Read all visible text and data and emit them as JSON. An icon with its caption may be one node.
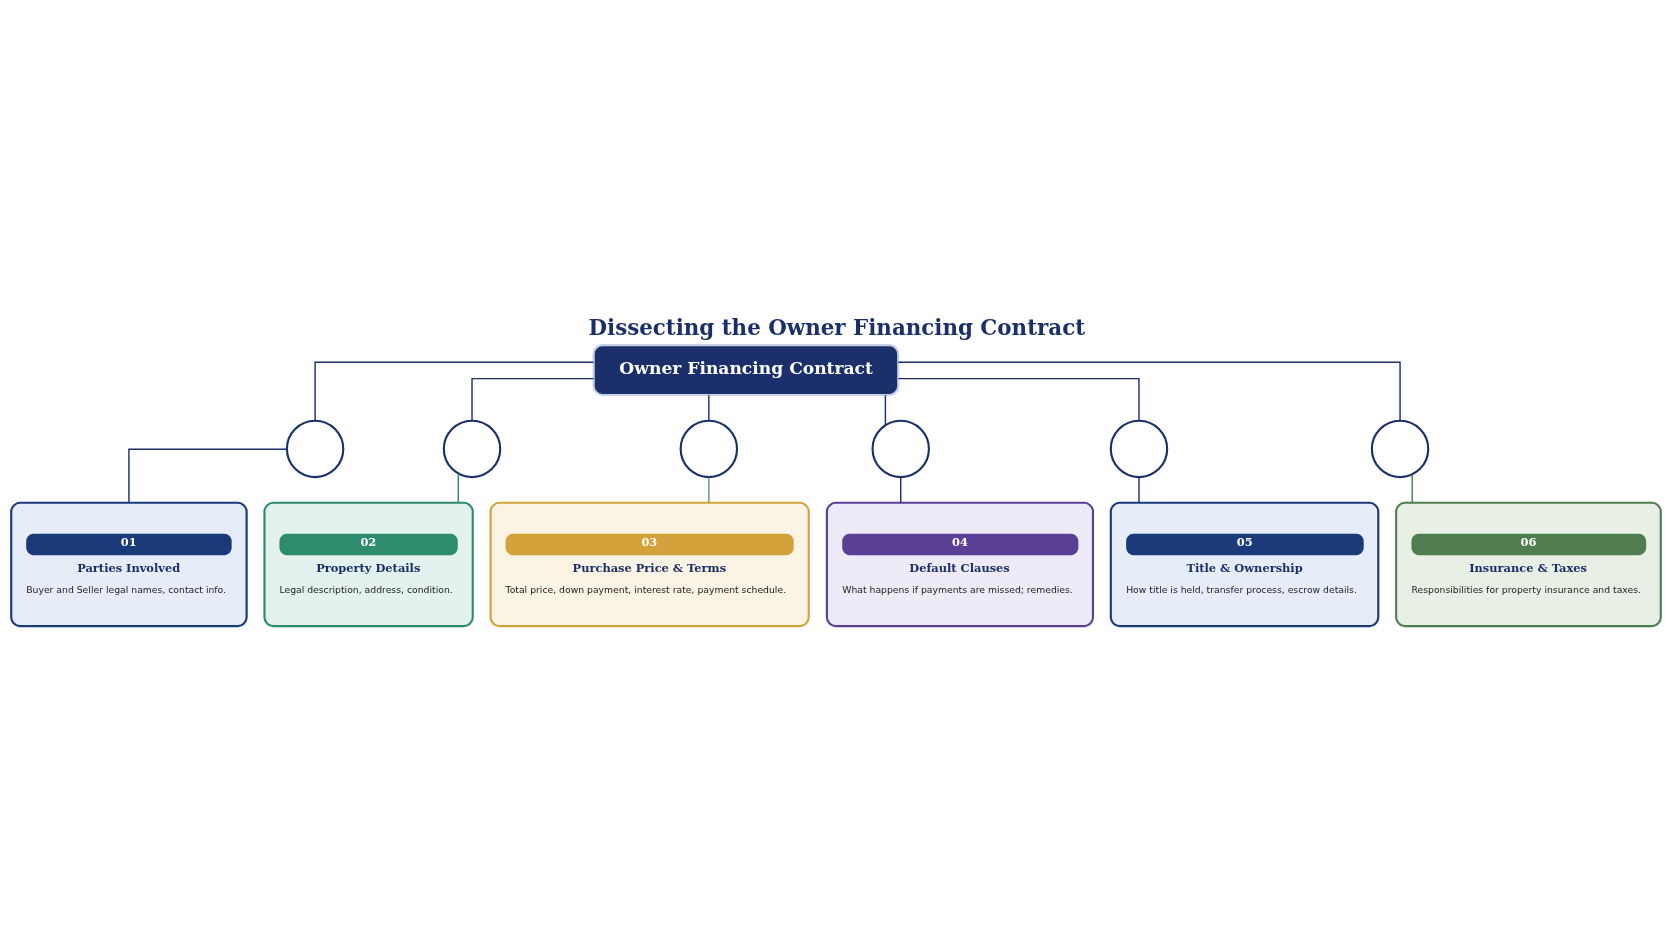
{
  "diagram": {
    "title": "Dissecting the Owner Financing Contract",
    "nodes": [
      {
        "text": [
          "Owner Financing Contract"
        ]
      },
      {
        "text": [],
        "shape": "circle"
      },
      {
        "text": [],
        "shape": "circle"
      },
      {
        "text": [],
        "shape": "circle"
      },
      {
        "text": [],
        "shape": "circle"
      },
      {
        "text": [],
        "shape": "circle"
      },
      {
        "text": [],
        "shape": "circle"
      },
      {
        "text": [
          "01",
          "Parties Involved",
          "Buyer and Seller legal names, contact info."
        ]
      },
      {
        "text": [
          "02",
          "Property Details",
          "Legal description, address, condition."
        ]
      },
      {
        "text": [
          "03",
          "Purchase Price & Terms",
          "Total price, down payment, interest rate, payment schedule."
        ]
      },
      {
        "text": [
          "04",
          "Default Clauses",
          "What happens if payments are missed; remedies."
        ]
      },
      {
        "text": [
          "05",
          "Title & Ownership",
          "How title is held, transfer process, escrow details."
        ]
      },
      {
        "text": [
          "06",
          "Insurance & Taxes",
          "Responsibilities for property insurance and taxes."
        ]
      }
    ],
    "edges": [
      {
        "from": 0,
        "to": 1,
        "arrow": "none"
      },
      {
        "from": 0,
        "to": 2,
        "arrow": "none"
      },
      {
        "from": 0,
        "to": 3,
        "arrow": "none"
      },
      {
        "from": 0,
        "to": 4,
        "arrow": "none"
      },
      {
        "from": 0,
        "to": 5,
        "arrow": "none"
      },
      {
        "from": 0,
        "to": 6,
        "arrow": "none"
      },
      {
        "from": 1,
        "to": 7,
        "arrow": "none"
      },
      {
        "from": 2,
        "to": 8,
        "arrow": "none",
        "color": "#2e8b6e"
      },
      {
        "from": 3,
        "to": 9,
        "arrow": "none",
        "color": "#5e9a72"
      },
      {
        "from": 4,
        "to": 10,
        "arrow": "none"
      },
      {
        "from": 5,
        "to": 11,
        "arrow": "none"
      },
      {
        "from": 6,
        "to": 12,
        "arrow": "none",
        "color": "#4f7d4f"
      }
    ]
  }
}
